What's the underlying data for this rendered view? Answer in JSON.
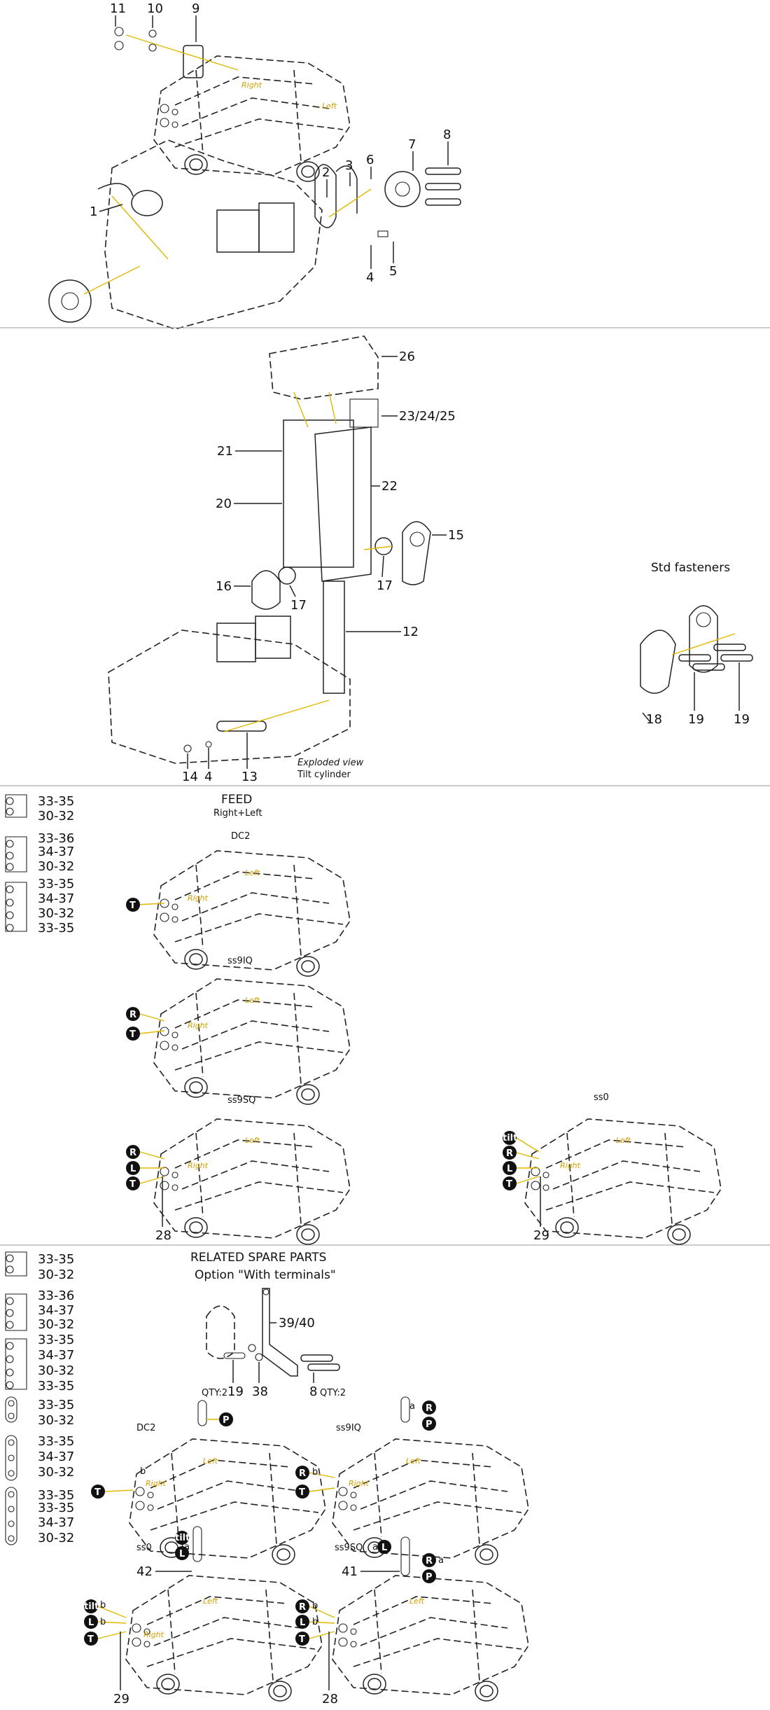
{
  "section1": {
    "callouts": [
      "11",
      "10",
      "9",
      "1",
      "2",
      "3",
      "6",
      "7",
      "8",
      "4",
      "5"
    ],
    "label_right": "Right",
    "label_left": "Left"
  },
  "section2": {
    "callouts": [
      "26",
      "23/24/25",
      "21",
      "22",
      "20",
      "15",
      "16",
      "17",
      "17",
      "12",
      "14",
      "4",
      "13",
      "19",
      "19",
      "18"
    ],
    "exploded_view": "Exploded view",
    "tilt_cylinder": "Tilt cylinder",
    "std_fasteners": "Std fasteners"
  },
  "section3": {
    "title": "FEED",
    "subtitle": "Right+Left",
    "side_groups": [
      [
        "33-35",
        "30-32"
      ],
      [
        "33-36",
        "34-37",
        "30-32"
      ],
      [
        "33-35",
        "34-37",
        "30-32",
        "33-35"
      ]
    ],
    "frames": [
      {
        "name": "DC2",
        "badges": [
          "T"
        ]
      },
      {
        "name": "ss9IQ",
        "badges": [
          "R",
          "T"
        ]
      },
      {
        "name": "ss9SQ",
        "badges": [
          "R",
          "L",
          "T"
        ],
        "callout": "28"
      },
      {
        "name": "ss0",
        "badges": [
          "tilt",
          "R",
          "L",
          "T"
        ],
        "callout": "29"
      }
    ],
    "label_right": "Right",
    "label_left": "Left"
  },
  "section4": {
    "title": "RELATED SPARE PARTS",
    "subtitle": "Option \"With terminals\"",
    "side_groups": [
      [
        "33-35",
        "30-32"
      ],
      [
        "33-36",
        "34-37",
        "30-32"
      ],
      [
        "33-35",
        "34-37",
        "30-32",
        "33-35"
      ],
      [
        "33-35",
        "30-32"
      ],
      [
        "33-35",
        "34-37",
        "30-32"
      ],
      [
        "33-35",
        "33-35",
        "34-37",
        "30-32"
      ]
    ],
    "callouts": [
      "39/40",
      "19",
      "38",
      "8",
      "42",
      "41",
      "29",
      "28"
    ],
    "qty": "QTY:2",
    "frames": [
      {
        "name": "DC2",
        "badges": [
          "P",
          "T"
        ]
      },
      {
        "name": "ss9IQ",
        "badges": [
          "R",
          "P",
          "R",
          "T"
        ]
      },
      {
        "name": "ss0",
        "badges": [
          "tilt",
          "L",
          "tilt",
          "L",
          "T"
        ]
      },
      {
        "name": "ss9SQ",
        "badges": [
          "L",
          "R",
          "P",
          "R",
          "L",
          "T"
        ]
      }
    ],
    "sub_a": "a",
    "sub_b": "b",
    "label_right": "Right",
    "label_left": "Left"
  }
}
